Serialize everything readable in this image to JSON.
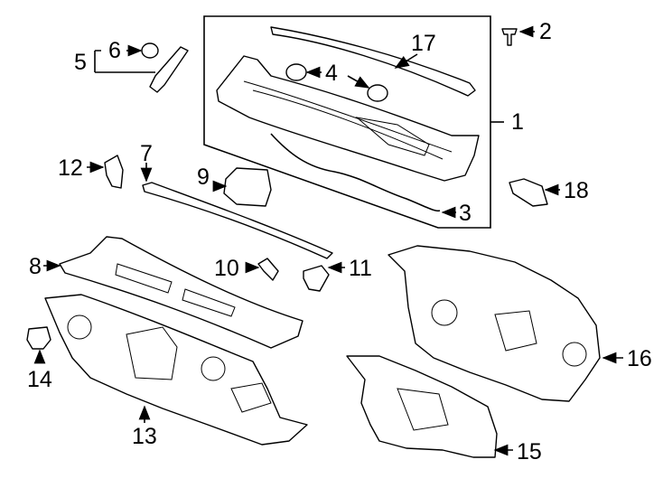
{
  "callouts": {
    "n1": "1",
    "n2": "2",
    "n3": "3",
    "n4": "4",
    "n5": "5",
    "n6": "6",
    "n7": "7",
    "n8": "8",
    "n9": "9",
    "n10": "10",
    "n11": "11",
    "n12": "12",
    "n13": "13",
    "n14": "14",
    "n15": "15",
    "n16": "16",
    "n17": "17",
    "n18": "18"
  }
}
